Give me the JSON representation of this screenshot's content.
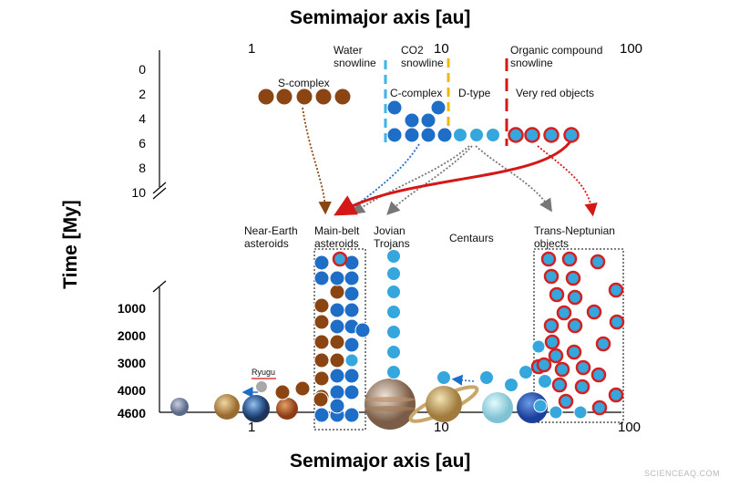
{
  "axis": {
    "top_title": "Semimajor axis [au]",
    "bottom_title": "Semimajor axis [au]",
    "y_title": "Time [My]",
    "top_ticks": [
      "1",
      "10",
      "100"
    ],
    "bottom_ticks": [
      "1",
      "10",
      "100"
    ],
    "y_ticks_upper": [
      "0",
      "2",
      "4",
      "6",
      "8",
      "10"
    ],
    "y_ticks_lower": [
      "1000",
      "2000",
      "3000",
      "4000",
      "4600"
    ]
  },
  "snowlines": {
    "water": "Water\nsnowline",
    "co2": "CO2\nsnowline",
    "organic": "Organic compound\nsnowline"
  },
  "types": {
    "s_complex": "S-complex",
    "c_complex": "C-complex",
    "d_type": "D-type",
    "very_red": "Very red objects"
  },
  "populations": {
    "near_earth": "Near-Earth\nasteroids",
    "main_belt": "Main-belt\nasteroids",
    "jovian": "Jovian\nTrojans",
    "centaurs": "Centaurs",
    "tno": "Trans-Neptunian\nobjects"
  },
  "ryugu_label": "Ryugu",
  "colors": {
    "s_type": "#8B4513",
    "c_type": "#1E6EC8",
    "d_type": "#36A7DC",
    "red_ring": "#D42020",
    "water_line": "#3BB4E6",
    "co2_line": "#F2B705",
    "organic_line": "#D41818"
  },
  "watermark": "SCIENCEAQ.COM"
}
